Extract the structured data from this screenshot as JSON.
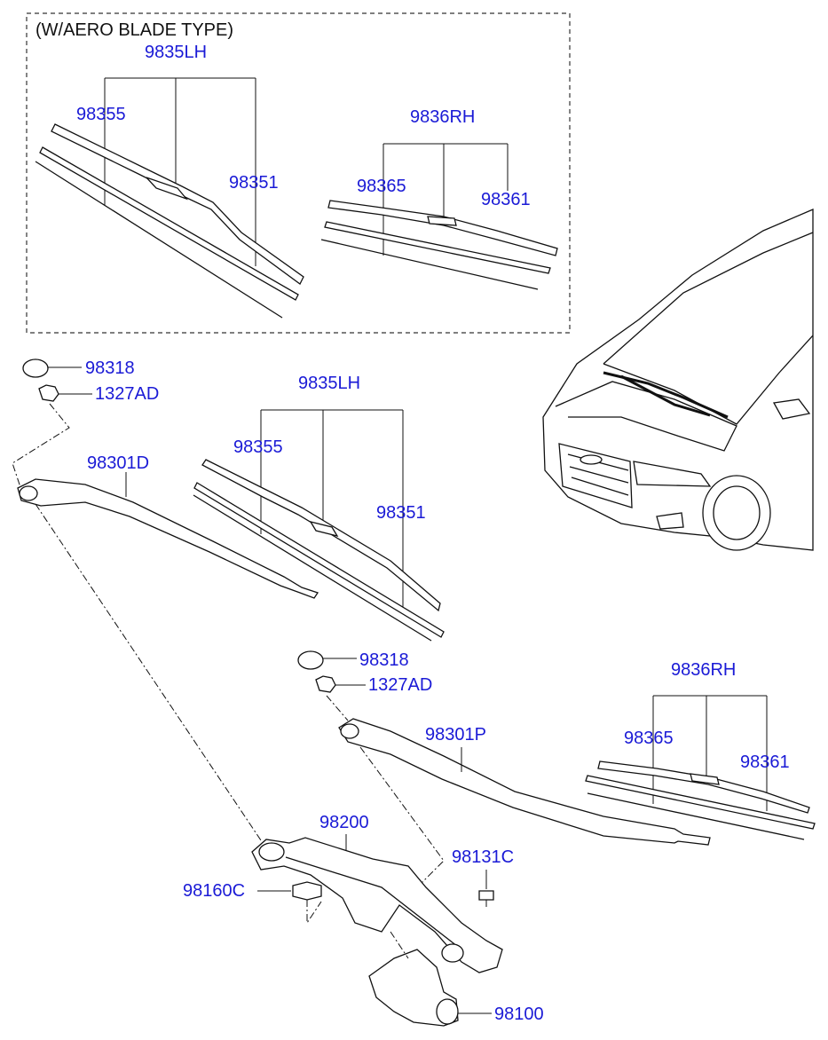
{
  "inset": {
    "title": "(W/AERO BLADE TYPE)",
    "lh_assembly": "9835LH",
    "lh_insert": "98355",
    "lh_blade": "98351",
    "rh_assembly": "9836RH",
    "rh_insert": "98365",
    "rh_blade": "98361"
  },
  "main": {
    "cap_lh": "98318",
    "nut_lh": "1327AD",
    "arm_lh": "98301D",
    "lh_assembly": "9835LH",
    "lh_insert": "98355",
    "lh_blade": "98351",
    "cap_rh": "98318",
    "nut_rh": "1327AD",
    "arm_rh": "98301P",
    "rh_assembly": "9836RH",
    "rh_insert": "98365",
    "rh_blade": "98361",
    "linkage": "98200",
    "bolt": "98131C",
    "bracket": "98160C",
    "motor": "98100"
  },
  "colors": {
    "label": "#1a1ad6",
    "line": "#111111"
  }
}
